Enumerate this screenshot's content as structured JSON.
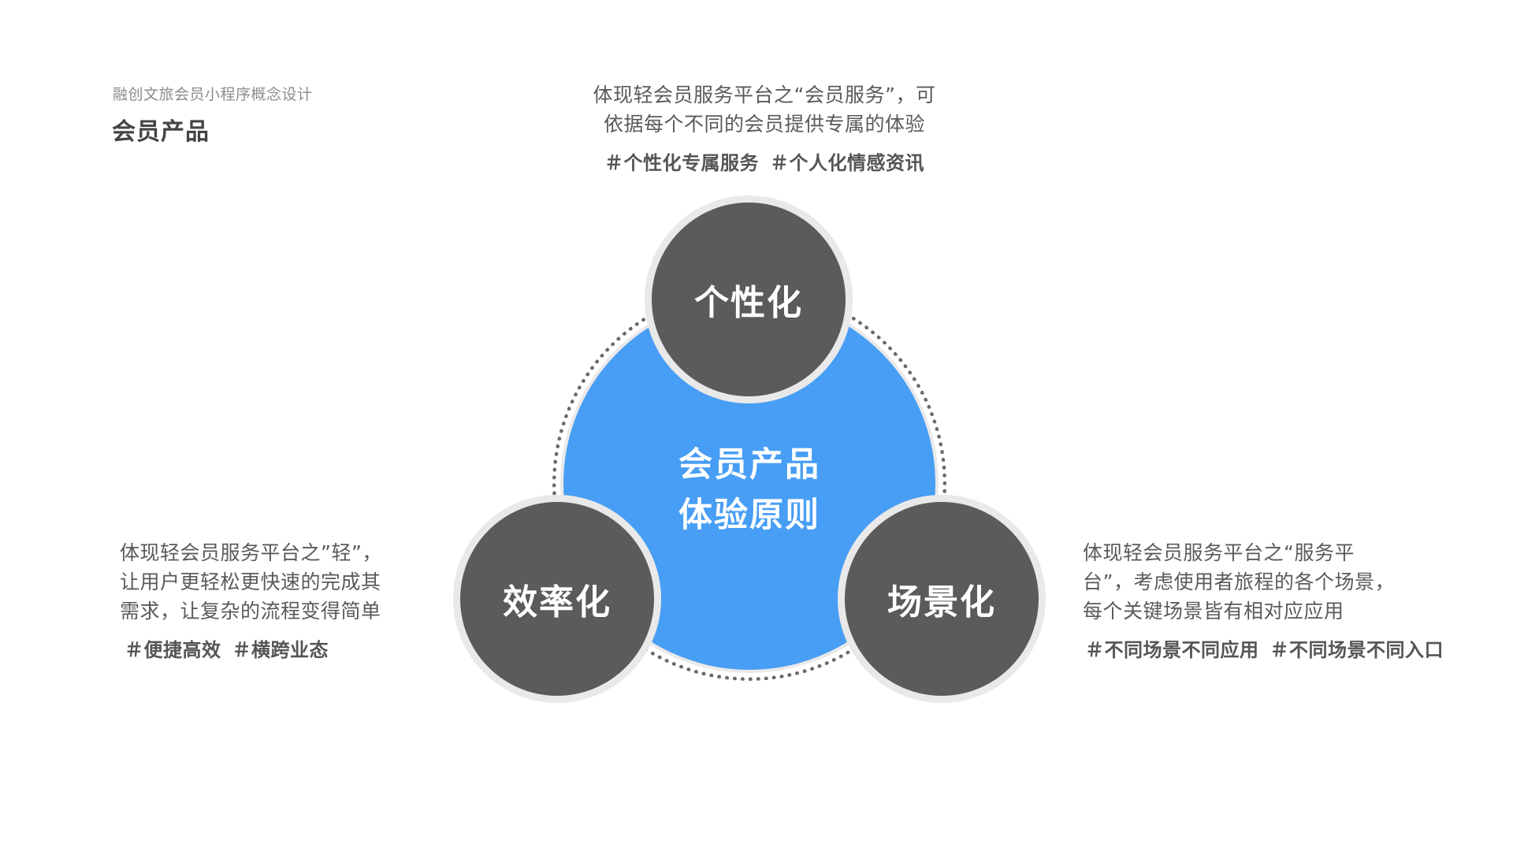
{
  "header": {
    "subtitle": "融创文旅会员小程序概念设计",
    "title": "会员产品"
  },
  "center": {
    "line1": "会员产品",
    "line2": "体验原则"
  },
  "nodes": {
    "top": "个性化",
    "left": "效率化",
    "right": "场景化"
  },
  "descriptions": {
    "top": {
      "lines": [
        "体现轻会员服务平台之“会员服务”，可",
        "依据每个不同的会员提供专属的体验"
      ],
      "tags": [
        "＃个性化专属服务",
        "＃个人化情感资讯"
      ]
    },
    "left": {
      "lines": [
        "体现轻会员服务平台之”轻”，",
        "让用户更轻松更快速的完成其",
        "需求，让复杂的流程变得简单"
      ],
      "tags": [
        "＃便捷高效",
        "＃横跨业态"
      ]
    },
    "right": {
      "lines": [
        "体现轻会员服务平台之“服务平",
        "台”，考虑使用者旅程的各个场景，",
        "每个关键场景皆有相对应应用"
      ],
      "tags": [
        "＃不同场景不同应用",
        "＃不同场景不同入口"
      ]
    }
  },
  "colors": {
    "center_fill": "#479ef4",
    "node_fill": "#5b5b5b",
    "ring_border": "#e9e9e9",
    "dotted_ring": "#6a6a6a"
  }
}
